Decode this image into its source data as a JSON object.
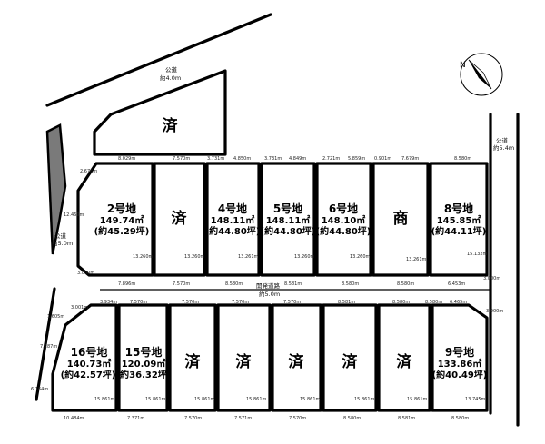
{
  "roads": {
    "top": {
      "name": "公道",
      "width": "約4.0m"
    },
    "west": {
      "name": "公道",
      "width": "約5.0m"
    },
    "east": {
      "name": "公道",
      "width": "約5.4m"
    },
    "dev": {
      "name": "開発道路",
      "width": "約5.0m"
    }
  },
  "compass": {
    "label": "N"
  },
  "lots": {
    "upper_sold": {
      "status": "済"
    },
    "l2": {
      "name": "2号地",
      "area": "149.74㎡",
      "tsubo": "(約45.29坪)"
    },
    "l3": {
      "status": "済"
    },
    "l4": {
      "name": "4号地",
      "area": "148.11㎡",
      "tsubo": "(約44.80坪)"
    },
    "l5": {
      "name": "5号地",
      "area": "148.11㎡",
      "tsubo": "(約44.80坪)"
    },
    "l6": {
      "name": "6号地",
      "area": "148.10㎡",
      "tsubo": "(約44.80坪)"
    },
    "l7": {
      "status": "商"
    },
    "l8": {
      "name": "8号地",
      "area": "145.85㎡",
      "tsubo": "(約44.11坪)"
    },
    "l16": {
      "name": "16号地",
      "area": "140.73㎡",
      "tsubo": "(約42.57坪)"
    },
    "l15": {
      "name": "15号地",
      "area": "120.09㎡",
      "tsubo": "(約36.32坪)"
    },
    "l14": {
      "status": "済"
    },
    "l13": {
      "status": "済"
    },
    "l12": {
      "status": "済"
    },
    "l11": {
      "status": "済"
    },
    "l10": {
      "status": "済"
    },
    "l9": {
      "name": "9号地",
      "area": "133.86㎡",
      "tsubo": "(約40.49坪)"
    }
  },
  "dims": {
    "t1": "8.029m",
    "t2": "7.570m",
    "t3": "3.731m",
    "t4": "4.850m",
    "t5": "3.731m",
    "t6": "4.849m",
    "t7": "2.721m",
    "t8": "5.859m",
    "t9": "0.901m",
    "t10": "7.679m",
    "t11": "8.580m",
    "u1": "2.676m",
    "u2": "12.469m",
    "u3": "3.000m",
    "d1": "13.260m",
    "d2": "13.260m",
    "d3": "13.261m",
    "d4": "13.260m",
    "d5": "13.260m",
    "d6": "13.261m",
    "d7": "15.132m",
    "m1": "7.896m",
    "m2": "7.570m",
    "m3": "8.580m",
    "m4": "8.581m",
    "m5": "8.580m",
    "m6": "8.580m",
    "m7": "6.453m",
    "m8": "3.000m",
    "m9": "3.000m",
    "b1": "3.001m",
    "b2": "3.934m",
    "b3": "7.570m",
    "b4": "7.570m",
    "b5": "7.570m",
    "b6": "7.570m",
    "b7": "8.581m",
    "b8": "8.580m",
    "b9": "8.580m",
    "b10": "6.465m",
    "b11": "3.000m",
    "l1": "1.605m",
    "l2": "7.287m",
    "l3": "6.164m",
    "e1": "15.861m",
    "e2": "15.861m",
    "e3": "15.861m",
    "e4": "15.861m",
    "e5": "15.861m",
    "e6": "15.861m",
    "e7": "15.861m",
    "e8": "13.745m",
    "f1": "10.484m",
    "f2": "7.371m",
    "f3": "7.570m",
    "f4": "7.571m",
    "f5": "7.570m",
    "f6": "8.580m",
    "f7": "8.581m",
    "f8": "8.580m"
  }
}
